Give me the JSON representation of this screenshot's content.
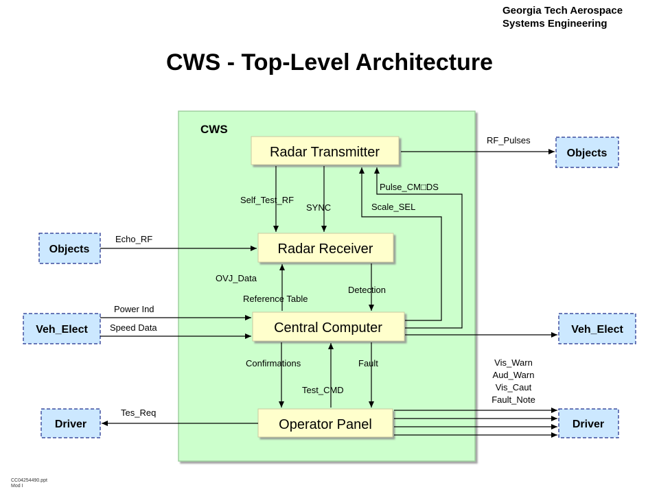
{
  "header": {
    "org_line1": "Georgia Tech Aerospace",
    "org_line2": "Systems Engineering",
    "title": "CWS - Top-Level Architecture"
  },
  "footer": {
    "line1": "CC04254490.ppt",
    "line2": "Mod I"
  },
  "diagram": {
    "system_label": "CWS",
    "blocks": {
      "radar_transmitter": "Radar Transmitter",
      "radar_receiver": "Radar Receiver",
      "central_computer": "Central Computer",
      "operator_panel": "Operator Panel"
    },
    "externals": {
      "objects_left": "Objects",
      "objects_right": "Objects",
      "veh_elect_left": "Veh_Elect",
      "veh_elect_right": "Veh_Elect",
      "driver_left": "Driver",
      "driver_right": "Driver"
    },
    "flows": {
      "rf_pulses": "RF_Pulses",
      "echo_rf": "Echo_RF",
      "self_test_rf": "Self_Test_RF",
      "sync": "SYNC",
      "pulse_cmds": "Pulse_CM□DS",
      "scale_sel": "Scale_SEL",
      "ovj_data": "OVJ_Data",
      "reference_table": "Reference Table",
      "detection": "Detection",
      "power_ind": "Power Ind",
      "speed_data": "Speed Data",
      "confirmations": "Confirmations",
      "fault": "Fault",
      "test_cmd": "Test_CMD",
      "tes_req": "Tes_Req",
      "vis_warn": "Vis_Warn",
      "aud_warn": "Aud_Warn",
      "vis_caut": "Vis_Caut",
      "fault_note": "Fault_Note"
    },
    "colors": {
      "system_fill": "#ccffcc",
      "block_fill": "#ffffcc",
      "external_fill": "#cce8ff",
      "external_border": "#1a2a8a"
    }
  }
}
